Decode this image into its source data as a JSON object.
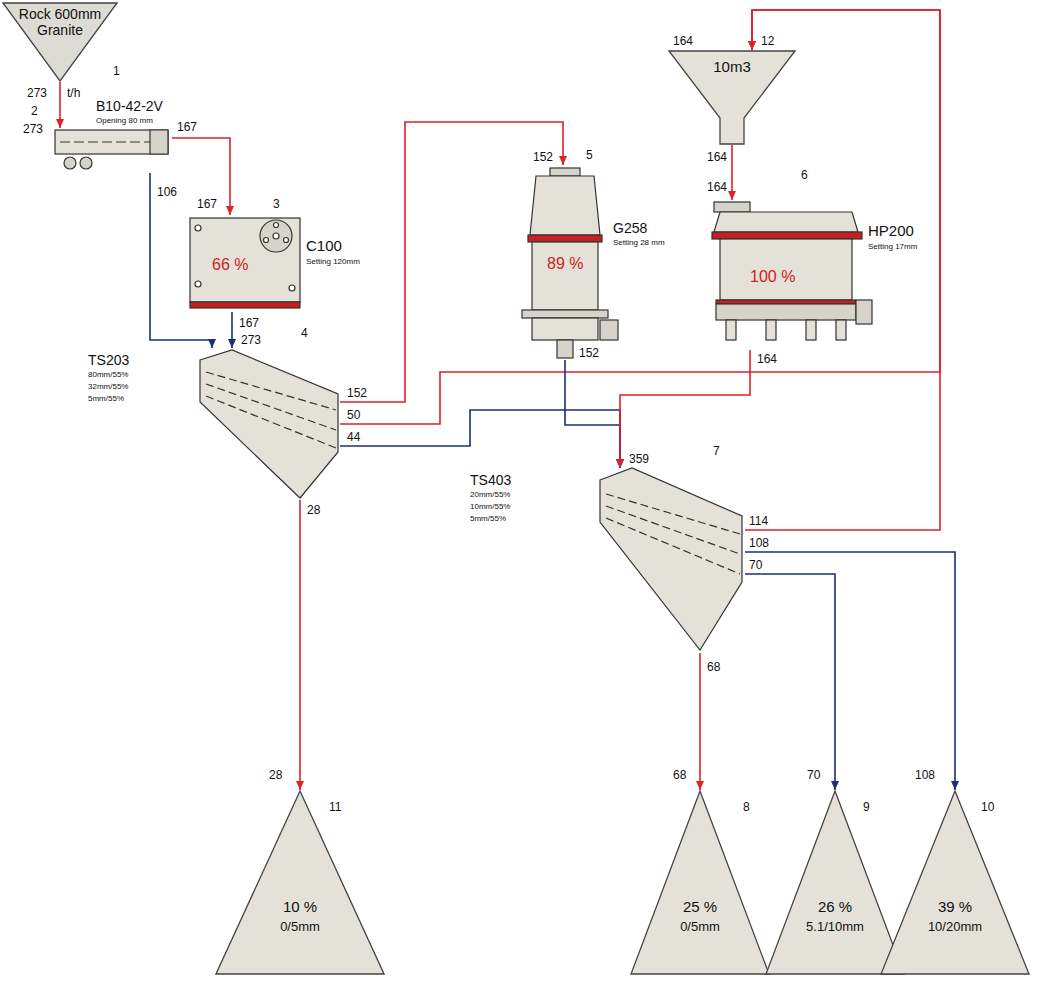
{
  "diagram": {
    "nodes": [
      {
        "text": [
          "Rock 600mm Granite"
        ]
      },
      {
        "text": [
          "B10-42-2V",
          "Opening 80 mm"
        ]
      },
      {
        "text": [
          "C100",
          "66 %",
          "Setting 120mm"
        ]
      },
      {
        "text": [
          "TS203",
          "80mm/55%",
          "32mm/55%",
          "5mm/55%"
        ]
      },
      {
        "text": [
          "G258",
          "89 %",
          "Setting 28 mm"
        ]
      },
      {
        "text": [
          "10m3"
        ]
      },
      {
        "text": [
          "HP200",
          "100 %",
          "Setting 17mm"
        ]
      },
      {
        "text": [
          "TS403",
          "20mm/55%",
          "10mm/55%",
          "5mm/55%"
        ]
      },
      {
        "text": [
          "10 %",
          "0/5mm"
        ]
      },
      {
        "text": [
          "25 %",
          "0/5mm"
        ]
      },
      {
        "text": [
          "26 %",
          "5.1/10mm"
        ]
      },
      {
        "text": [
          "39 %",
          "10/20mm"
        ]
      }
    ],
    "edges": [
      {
        "from": 0,
        "to": 1,
        "arrow": "to"
      },
      {
        "from": 1,
        "to": 2,
        "arrow": "to"
      },
      {
        "from": 1,
        "to": 3,
        "arrow": "to"
      },
      {
        "from": 2,
        "to": 3,
        "arrow": "to"
      },
      {
        "from": 3,
        "to": 4,
        "arrow": "to"
      },
      {
        "from": 3,
        "to": 5,
        "arrow": "to"
      },
      {
        "from": 3,
        "to": 7,
        "arrow": "to"
      },
      {
        "from": 3,
        "to": 8,
        "arrow": "to"
      },
      {
        "from": 4,
        "to": 7,
        "arrow": "to"
      },
      {
        "from": 5,
        "to": 6,
        "arrow": "to"
      },
      {
        "from": 6,
        "to": 7,
        "arrow": "to"
      },
      {
        "from": 7,
        "to": 5,
        "arrow": "to"
      },
      {
        "from": 7,
        "to": 9,
        "arrow": "to"
      },
      {
        "from": 7,
        "to": 10,
        "arrow": "to"
      },
      {
        "from": 7,
        "to": 11,
        "arrow": "to"
      }
    ],
    "labels": [
      "1",
      "273",
      "t/h",
      "2",
      "273",
      "167",
      "106",
      "167",
      "3",
      "167",
      "4",
      "273",
      "152",
      "50",
      "44",
      "28",
      "28",
      "11",
      "152",
      "5",
      "152",
      "164",
      "12",
      "164",
      "6",
      "164",
      "164",
      "7",
      "359",
      "114",
      "108",
      "70",
      "68",
      "68",
      "8",
      "70",
      "9",
      "108",
      "10"
    ]
  }
}
